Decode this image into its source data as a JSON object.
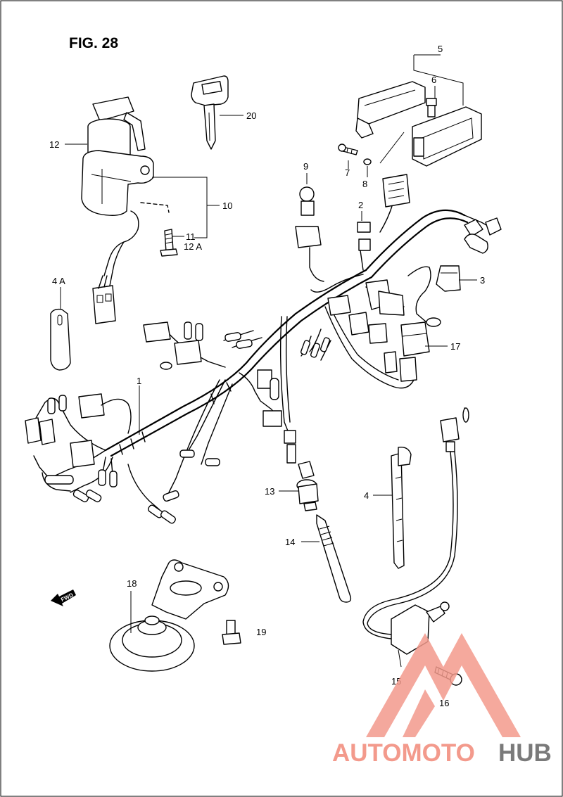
{
  "figure": {
    "title": "FIG. 28"
  },
  "callouts": [
    "1",
    "2",
    "3",
    "4",
    "4 A",
    "5",
    "6",
    "7",
    "8",
    "9",
    "10",
    "11",
    "12 A",
    "12",
    "13",
    "14",
    "15",
    "16",
    "17",
    "18",
    "19",
    "20"
  ],
  "fwd_label": "FWD",
  "watermark": {
    "part1": "AUTOMOTO",
    "part2": "HUB",
    "color_primary": "#f39a8c",
    "color_secondary": "#7a7a7a"
  }
}
